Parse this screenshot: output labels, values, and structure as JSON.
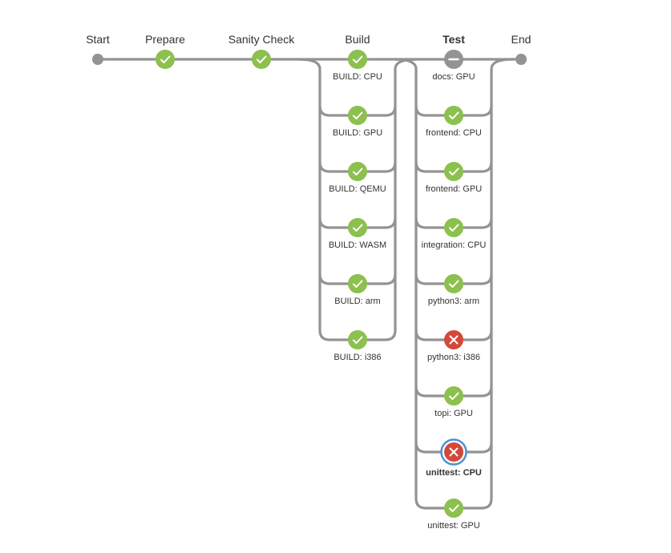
{
  "colors": {
    "success": "#8cc04f",
    "failure": "#d24939",
    "skipped": "#949393",
    "line": "#949393",
    "selected_ring": "#4a90d9"
  },
  "stages": {
    "start": {
      "label": "Start"
    },
    "prepare": {
      "label": "Prepare",
      "status": "success"
    },
    "sanity": {
      "label": "Sanity Check",
      "status": "success"
    },
    "build": {
      "label": "Build",
      "branches": [
        {
          "label": "BUILD: CPU",
          "status": "success"
        },
        {
          "label": "BUILD: GPU",
          "status": "success"
        },
        {
          "label": "BUILD: QEMU",
          "status": "success"
        },
        {
          "label": "BUILD: WASM",
          "status": "success"
        },
        {
          "label": "BUILD: arm",
          "status": "success"
        },
        {
          "label": "BUILD: i386",
          "status": "success"
        }
      ]
    },
    "test": {
      "label": "Test",
      "branches": [
        {
          "label": "docs: GPU",
          "status": "skipped"
        },
        {
          "label": "frontend: CPU",
          "status": "success"
        },
        {
          "label": "frontend: GPU",
          "status": "success"
        },
        {
          "label": "integration: CPU",
          "status": "success"
        },
        {
          "label": "python3: arm",
          "status": "success"
        },
        {
          "label": "python3: i386",
          "status": "failure"
        },
        {
          "label": "topi: GPU",
          "status": "success"
        },
        {
          "label": "unittest: CPU",
          "status": "failure",
          "selected": true
        },
        {
          "label": "unittest: GPU",
          "status": "success"
        }
      ]
    },
    "end": {
      "label": "End"
    }
  }
}
